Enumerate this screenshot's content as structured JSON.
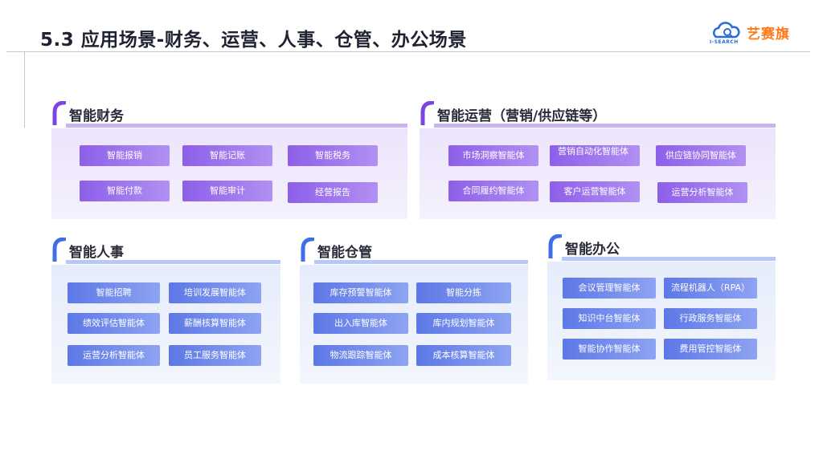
{
  "header": {
    "title": "5.3 应用场景-财务、运营、人事、仓管、办公场景",
    "logo_text": "艺赛旗",
    "logo_sub": "I-SEARCH"
  },
  "sections": {
    "finance": {
      "title": "智能财务",
      "items": [
        "智能报销",
        "智能记账",
        "智能税务",
        "智能付款",
        "智能审计",
        "经营报告"
      ]
    },
    "operations": {
      "title": "智能运营（营销/供应链等）",
      "items": [
        "市场洞察智能体",
        "营销自动化智能体",
        "供应链协同智能体",
        "合同履约智能体",
        "客户运营智能体",
        "运营分析智能体"
      ]
    },
    "hr": {
      "title": "智能人事",
      "items": [
        "智能招聘",
        "培训发展智能体",
        "绩效评估智能体",
        "薪酬核算智能体",
        "运营分析智能体",
        "员工服务智能体"
      ]
    },
    "warehouse": {
      "title": "智能仓管",
      "items": [
        "库存预警智能体",
        "智能分拣",
        "出入库智能体",
        "库内规划智能体",
        "物流跟踪智能体",
        "成本核算智能体"
      ]
    },
    "office": {
      "title": "智能办公",
      "items": [
        "会议管理智能体",
        "流程机器人（RPA）",
        "知识中台智能体",
        "行政服务智能体",
        "智能协作智能体",
        "费用管控智能体"
      ]
    }
  },
  "colors": {
    "purple_accent": "#7b45e0",
    "blue_accent": "#3f6fe8",
    "logo_orange": "#ff7a1a",
    "logo_blue": "#2b6fd6"
  }
}
